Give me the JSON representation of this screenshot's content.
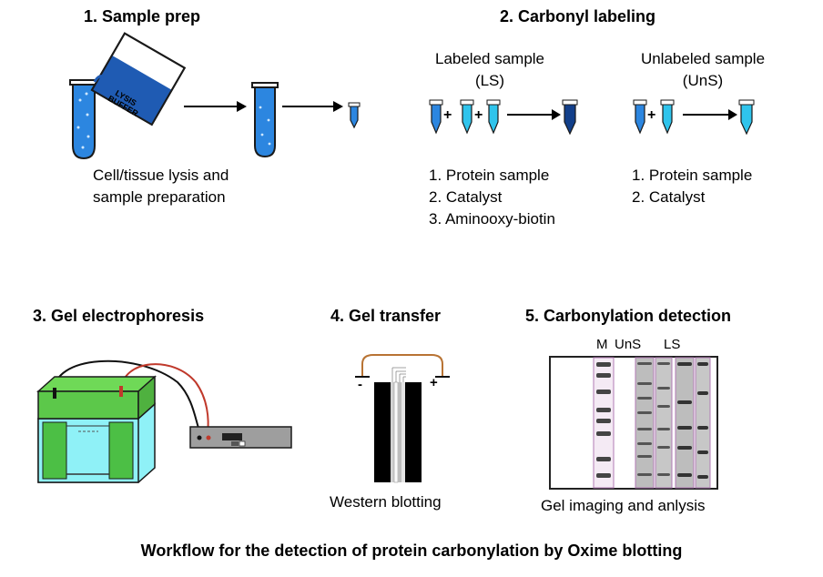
{
  "steps": {
    "sample_prep": {
      "title": "1. Sample prep",
      "buffer_label_line1": "LYSIS",
      "buffer_label_line2": "BUFFER",
      "caption_line1": "Cell/tissue lysis and",
      "caption_line2": "sample preparation"
    },
    "labeling": {
      "title": "2. Carbonyl labeling",
      "ls_title_line1": "Labeled sample",
      "ls_title_line2": "(LS)",
      "uns_title_line1": "Unlabeled sample",
      "uns_title_line2": "(UnS)",
      "ls_items": [
        "1. Protein sample",
        "2. Catalyst",
        "3. Aminooxy-biotin"
      ],
      "uns_items": [
        "1. Protein sample",
        "2. Catalyst"
      ]
    },
    "gel_electrophoresis": {
      "title": "3. Gel electrophoresis"
    },
    "gel_transfer": {
      "title": "4. Gel transfer",
      "minus": "-",
      "plus": "+",
      "caption": "Western blotting"
    },
    "detection": {
      "title": "5. Carbonylation detection",
      "lane_m": "M",
      "lane_uns": "UnS",
      "lane_ls": "LS",
      "caption": "Gel imaging and anlysis"
    }
  },
  "footer_caption": "Workflow for the detection of protein carbonylation by Oxime blotting",
  "colors": {
    "tube_blue": "#1e73d6",
    "dark_blue": "#123f8a",
    "cyan": "#2fc4ec",
    "tank_green": "#5cc84a",
    "tank_water": "#8ff1f7",
    "wire_red": "#c0392b",
    "transfer_wire": "#b87333"
  }
}
